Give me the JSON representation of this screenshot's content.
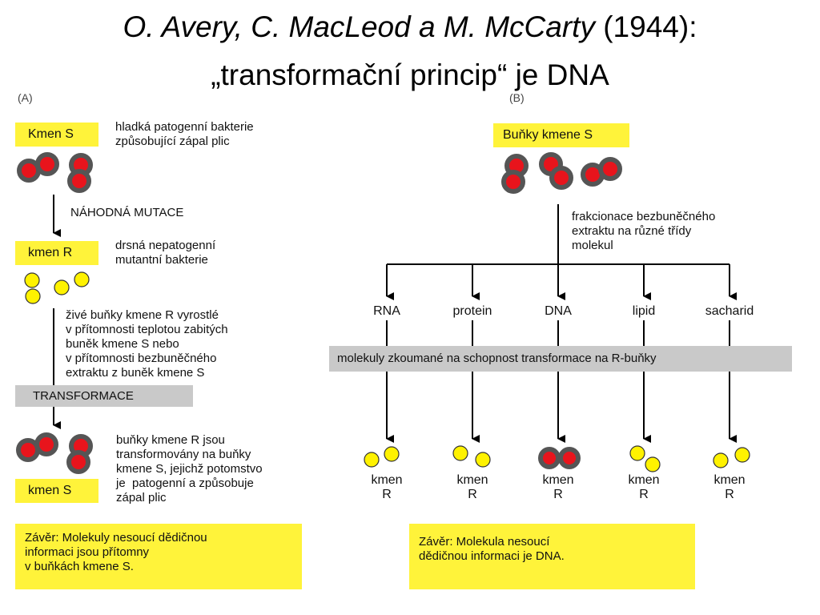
{
  "title": {
    "line1_italic": "O. Avery,  C. MacLeod a M. McCarty",
    "line1_rest": "(1944):",
    "line2": "„transformační princip“ je DNA"
  },
  "panel_a": {
    "letter": "(A)",
    "box_s_top": "Kmen S",
    "desc_s": "hladká patogenní bakterie\nzpůsobující zápal plic",
    "mutation": "NÁHODNÁ MUTACE",
    "box_r": "kmen R",
    "desc_r": "drsná nepatogenní\nmutantní bakterie",
    "live_cells": "živé buňky kmene R vyrostlé\nv přítomnosti teplotou zabitých\nbuněk kmene S nebo\nv přítomnosti bezbuněčného\nextraktu z buněk kmene S",
    "transformation": "TRANSFORMACE",
    "transformed": "buňky kmene R jsou\ntransformovány na buňky\nkmene S, jejichž potomstvo\nje  patogenní a způsobuje\nzápal plic",
    "box_s_bottom": "kmen S",
    "conclusion": "Závěr: Molekuly nesoucí dědičnou\ninformaci jsou přítomny\nv buňkách kmene S."
  },
  "panel_b": {
    "letter": "(B)",
    "box_cells": "Buňky kmene S",
    "fractionation": "frakcionace bezbuněčného\nextraktu na různé třídy\nmolekul",
    "fractions": [
      "RNA",
      "protein",
      "DNA",
      "lipid",
      "sacharid"
    ],
    "tested": "molekuly zkoumané na schopnost transformace na R-buňky",
    "results": [
      "kmen\nR",
      "kmen\nR",
      "kmen\nR",
      "kmen\nR",
      "kmen\nR"
    ],
    "conclusion": "Závěr: Molekula nesoucí\ndědičnou informaci je DNA."
  },
  "colors": {
    "highlight_yellow": "#fff33a",
    "gray_band": "#c9c9c9",
    "s_cell_red": "#e8141c",
    "r_cell_yellow": "#fff200"
  }
}
